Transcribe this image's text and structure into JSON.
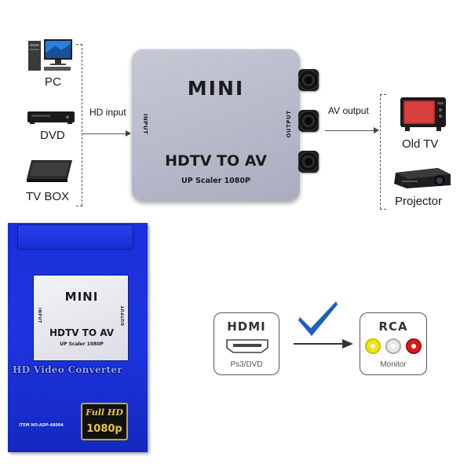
{
  "sources": [
    {
      "label": "PC",
      "icon": "pc-icon"
    },
    {
      "label": "DVD",
      "icon": "dvd-player-icon"
    },
    {
      "label": "TV BOX",
      "icon": "tv-box-icon"
    }
  ],
  "input_label": "HD input",
  "output_label": "AV output",
  "destinations": [
    {
      "label": "Old TV",
      "icon": "old-tv-icon"
    },
    {
      "label": "Projector",
      "icon": "projector-icon"
    }
  ],
  "device": {
    "brand": "MINI",
    "title": "HDTV TO AV",
    "subtitle": "UP Scaler 1080P",
    "input_text": "INPUT",
    "output_text": "OUTPUT",
    "color": "#b9bccb"
  },
  "package": {
    "brand": "MINI",
    "title": "HDTV TO AV",
    "subtitle": "UP Scaler 1080P",
    "input_text": "INPUT",
    "output_text": "OUTPUT",
    "name": "HD Video Converter",
    "item_no": "ITEM NO:ADP-48004",
    "badge_top": "Full HD",
    "badge_bottom": "1080p",
    "color": "#1d35e0"
  },
  "connection": {
    "source_title": "HDMI",
    "source_sub": "Ps3/DVD",
    "target_title": "RCA",
    "target_sub": "Monitor",
    "check_color": "#1f5fb8",
    "jack_colors": [
      "#f2e500",
      "#e8e8e8",
      "#d81b1b"
    ]
  }
}
